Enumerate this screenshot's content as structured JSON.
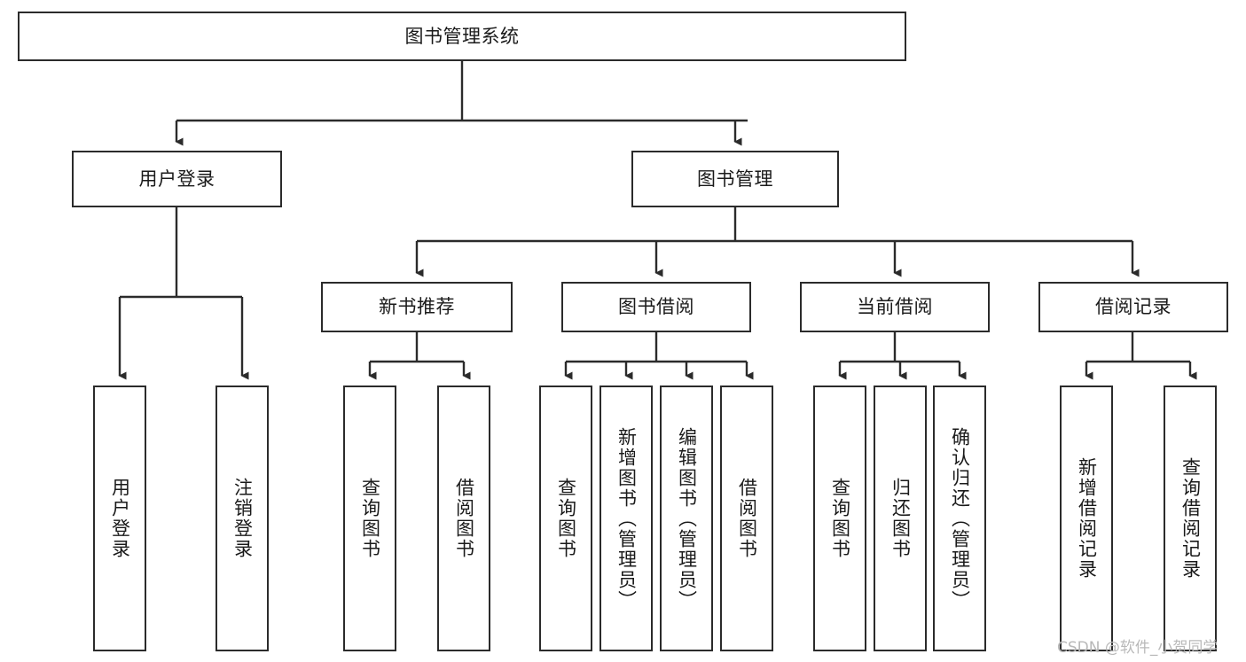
{
  "diagram": {
    "type": "tree",
    "title": "图书管理系统",
    "orientation": "top-down",
    "colors": {
      "box_border": "#2b2b2b",
      "box_fill": "#ffffff",
      "edge": "#2b2b2b",
      "text": "#1a1a1a",
      "watermark": "#b9b9b9",
      "background": "#ffffff"
    }
  },
  "nodes": {
    "root": {
      "label": "图书管理系统"
    },
    "level1": [
      {
        "id": "user-login",
        "label": "用户登录"
      },
      {
        "id": "book-manage",
        "label": "图书管理"
      }
    ],
    "level2": [
      {
        "id": "new-book-recommend",
        "label": "新书推荐"
      },
      {
        "id": "book-borrow",
        "label": "图书借阅"
      },
      {
        "id": "current-borrow",
        "label": "当前借阅"
      },
      {
        "id": "borrow-record",
        "label": "借阅记录"
      }
    ],
    "leaves": {
      "user-login": [
        {
          "id": "leaf-user-login",
          "label": "用户登录"
        },
        {
          "id": "leaf-logout-login",
          "label": "注销登录"
        }
      ],
      "new-book-recommend": [
        {
          "id": "leaf-query-book-1",
          "label": "查询图书"
        },
        {
          "id": "leaf-borrow-book-1",
          "label": "借阅图书"
        }
      ],
      "book-borrow": [
        {
          "id": "leaf-query-book-2",
          "label": "查询图书"
        },
        {
          "id": "leaf-add-book",
          "label": "新增图书（管理员）"
        },
        {
          "id": "leaf-edit-book",
          "label": "编辑图书（管理员）"
        },
        {
          "id": "leaf-borrow-book-2",
          "label": "借阅图书"
        }
      ],
      "current-borrow": [
        {
          "id": "leaf-query-book-3",
          "label": "查询图书"
        },
        {
          "id": "leaf-return-book",
          "label": "归还图书"
        },
        {
          "id": "leaf-confirm-return",
          "label": "确认归还（管理员）"
        }
      ],
      "borrow-record": [
        {
          "id": "leaf-add-record",
          "label": "新增借阅记录"
        },
        {
          "id": "leaf-query-record",
          "label": "查询借阅记录"
        }
      ]
    }
  },
  "watermark": {
    "text": "CSDN @软件_小贺同学"
  }
}
